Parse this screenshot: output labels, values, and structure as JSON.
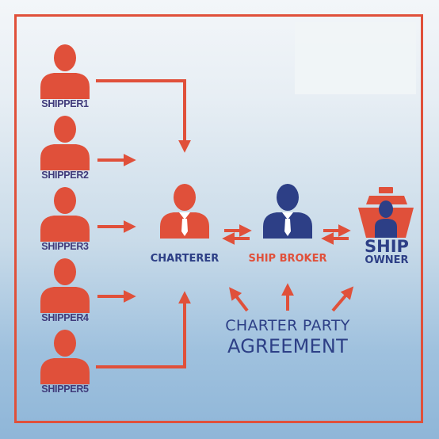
{
  "shippers": [
    {
      "label": "SHIPPER1"
    },
    {
      "label": "SHIPPER2"
    },
    {
      "label": "SHIPPER3"
    },
    {
      "label": "SHIPPER4"
    },
    {
      "label": "SHIPPER5"
    }
  ],
  "charterer": {
    "label": "CHARTERER"
  },
  "broker": {
    "label": "SHIP BROKER"
  },
  "owner": {
    "line1": "SHIP",
    "line2": "OWNER"
  },
  "agreement": {
    "line1": "CHARTER PARTY",
    "line2": "AGREEMENT"
  },
  "colors": {
    "accent": "#e0503a",
    "navy": "#2d3f86",
    "background_top": "#f3f6f9",
    "background_bottom": "#8fb6d8"
  }
}
